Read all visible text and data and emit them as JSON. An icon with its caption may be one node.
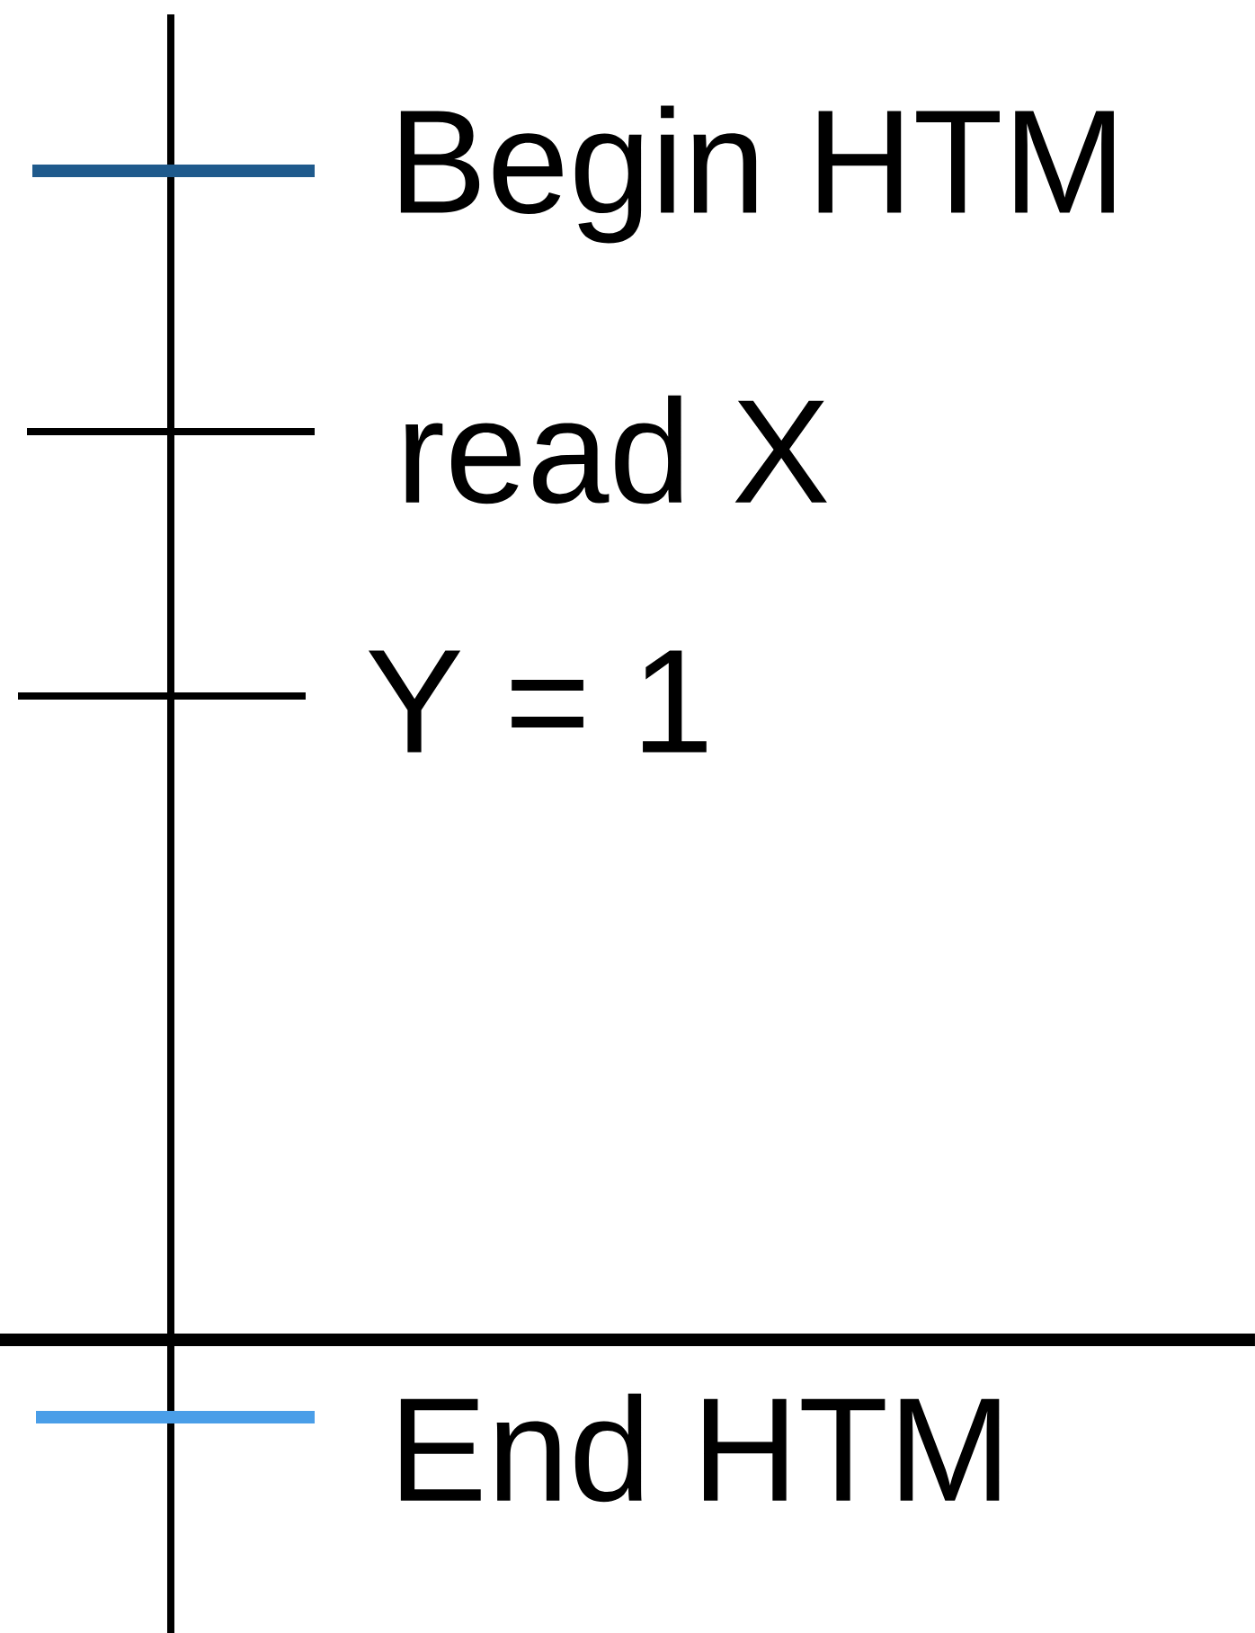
{
  "diagram": {
    "labels": [
      "Begin HTM",
      "read X",
      "Y = 1",
      "End HTM"
    ]
  }
}
